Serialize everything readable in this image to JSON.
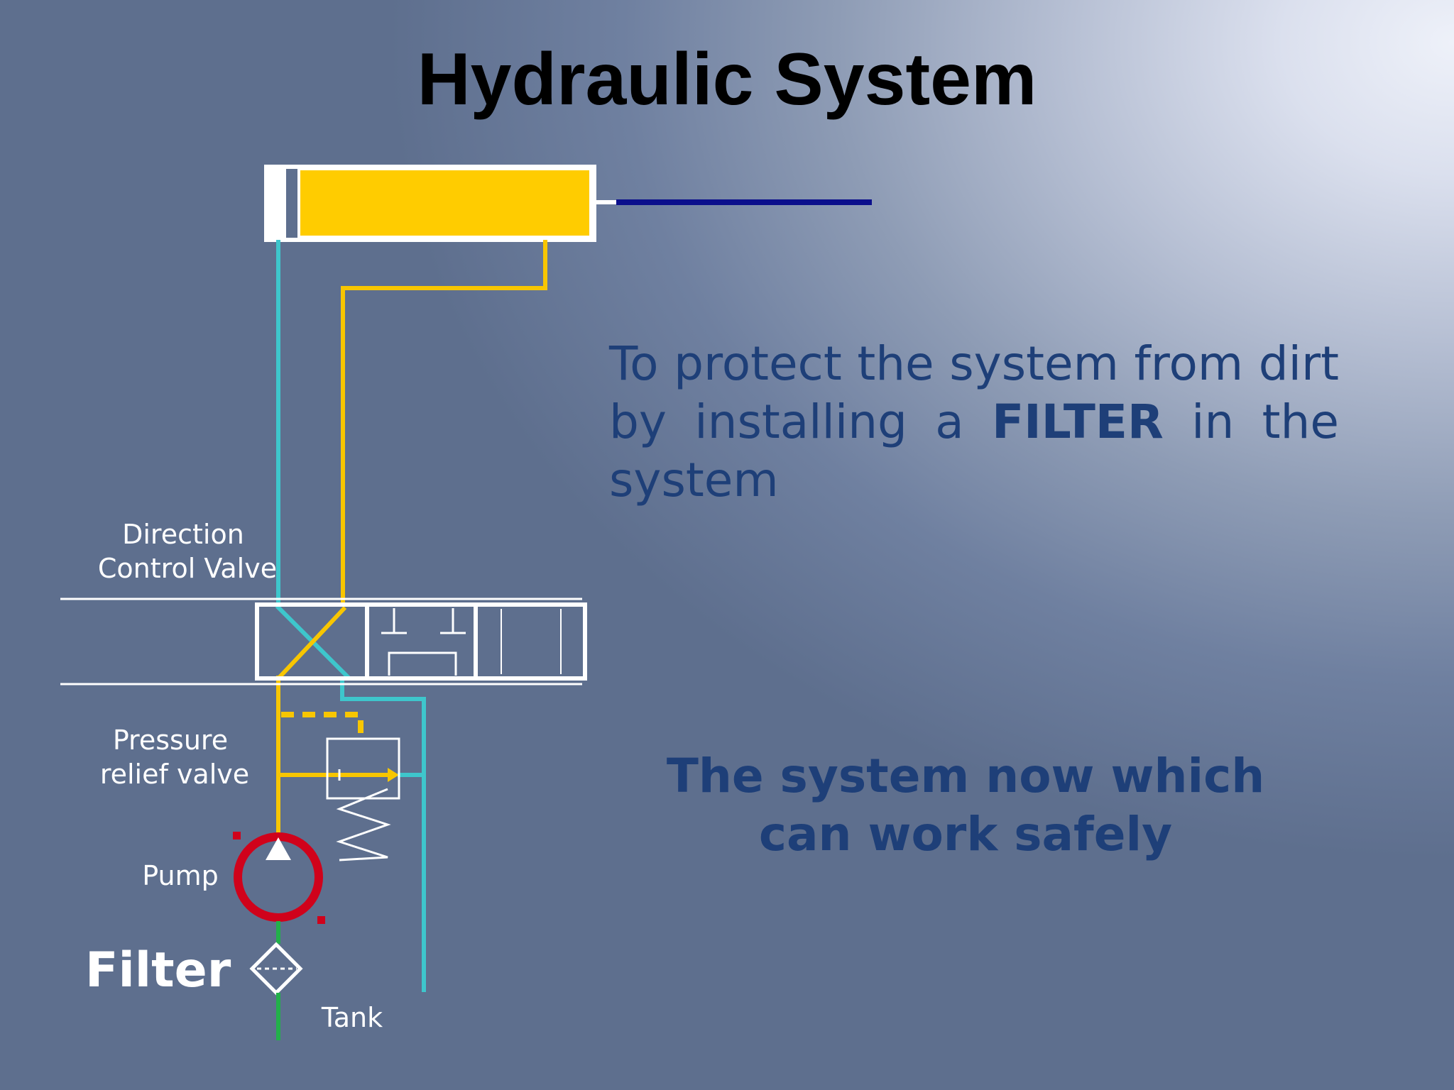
{
  "slide": {
    "title": "Hydraulic System"
  },
  "diagram": {
    "labels": {
      "direction_control_valve": [
        "Direction",
        "Control Valve"
      ],
      "pressure_relief_valve": [
        "Pressure",
        "relief valve"
      ],
      "pump": "Pump",
      "filter": "Filter",
      "tank": "Tank"
    },
    "line_colors": {
      "return_line": "#3ec6cc",
      "pressure_line": "#f8c600",
      "suction_line": "#22b04a",
      "pump_body": "#d0021b",
      "piston_rod": "#0b0f8c",
      "cylinder_fill": "#ffcc00",
      "outline": "#ffffff"
    }
  },
  "content": {
    "paragraph_before": "To protect the system  from dirt by installing a ",
    "paragraph_emphasis": "FILTER",
    "paragraph_after": "  in the system",
    "conclusion": "The system now which  can work safely"
  }
}
